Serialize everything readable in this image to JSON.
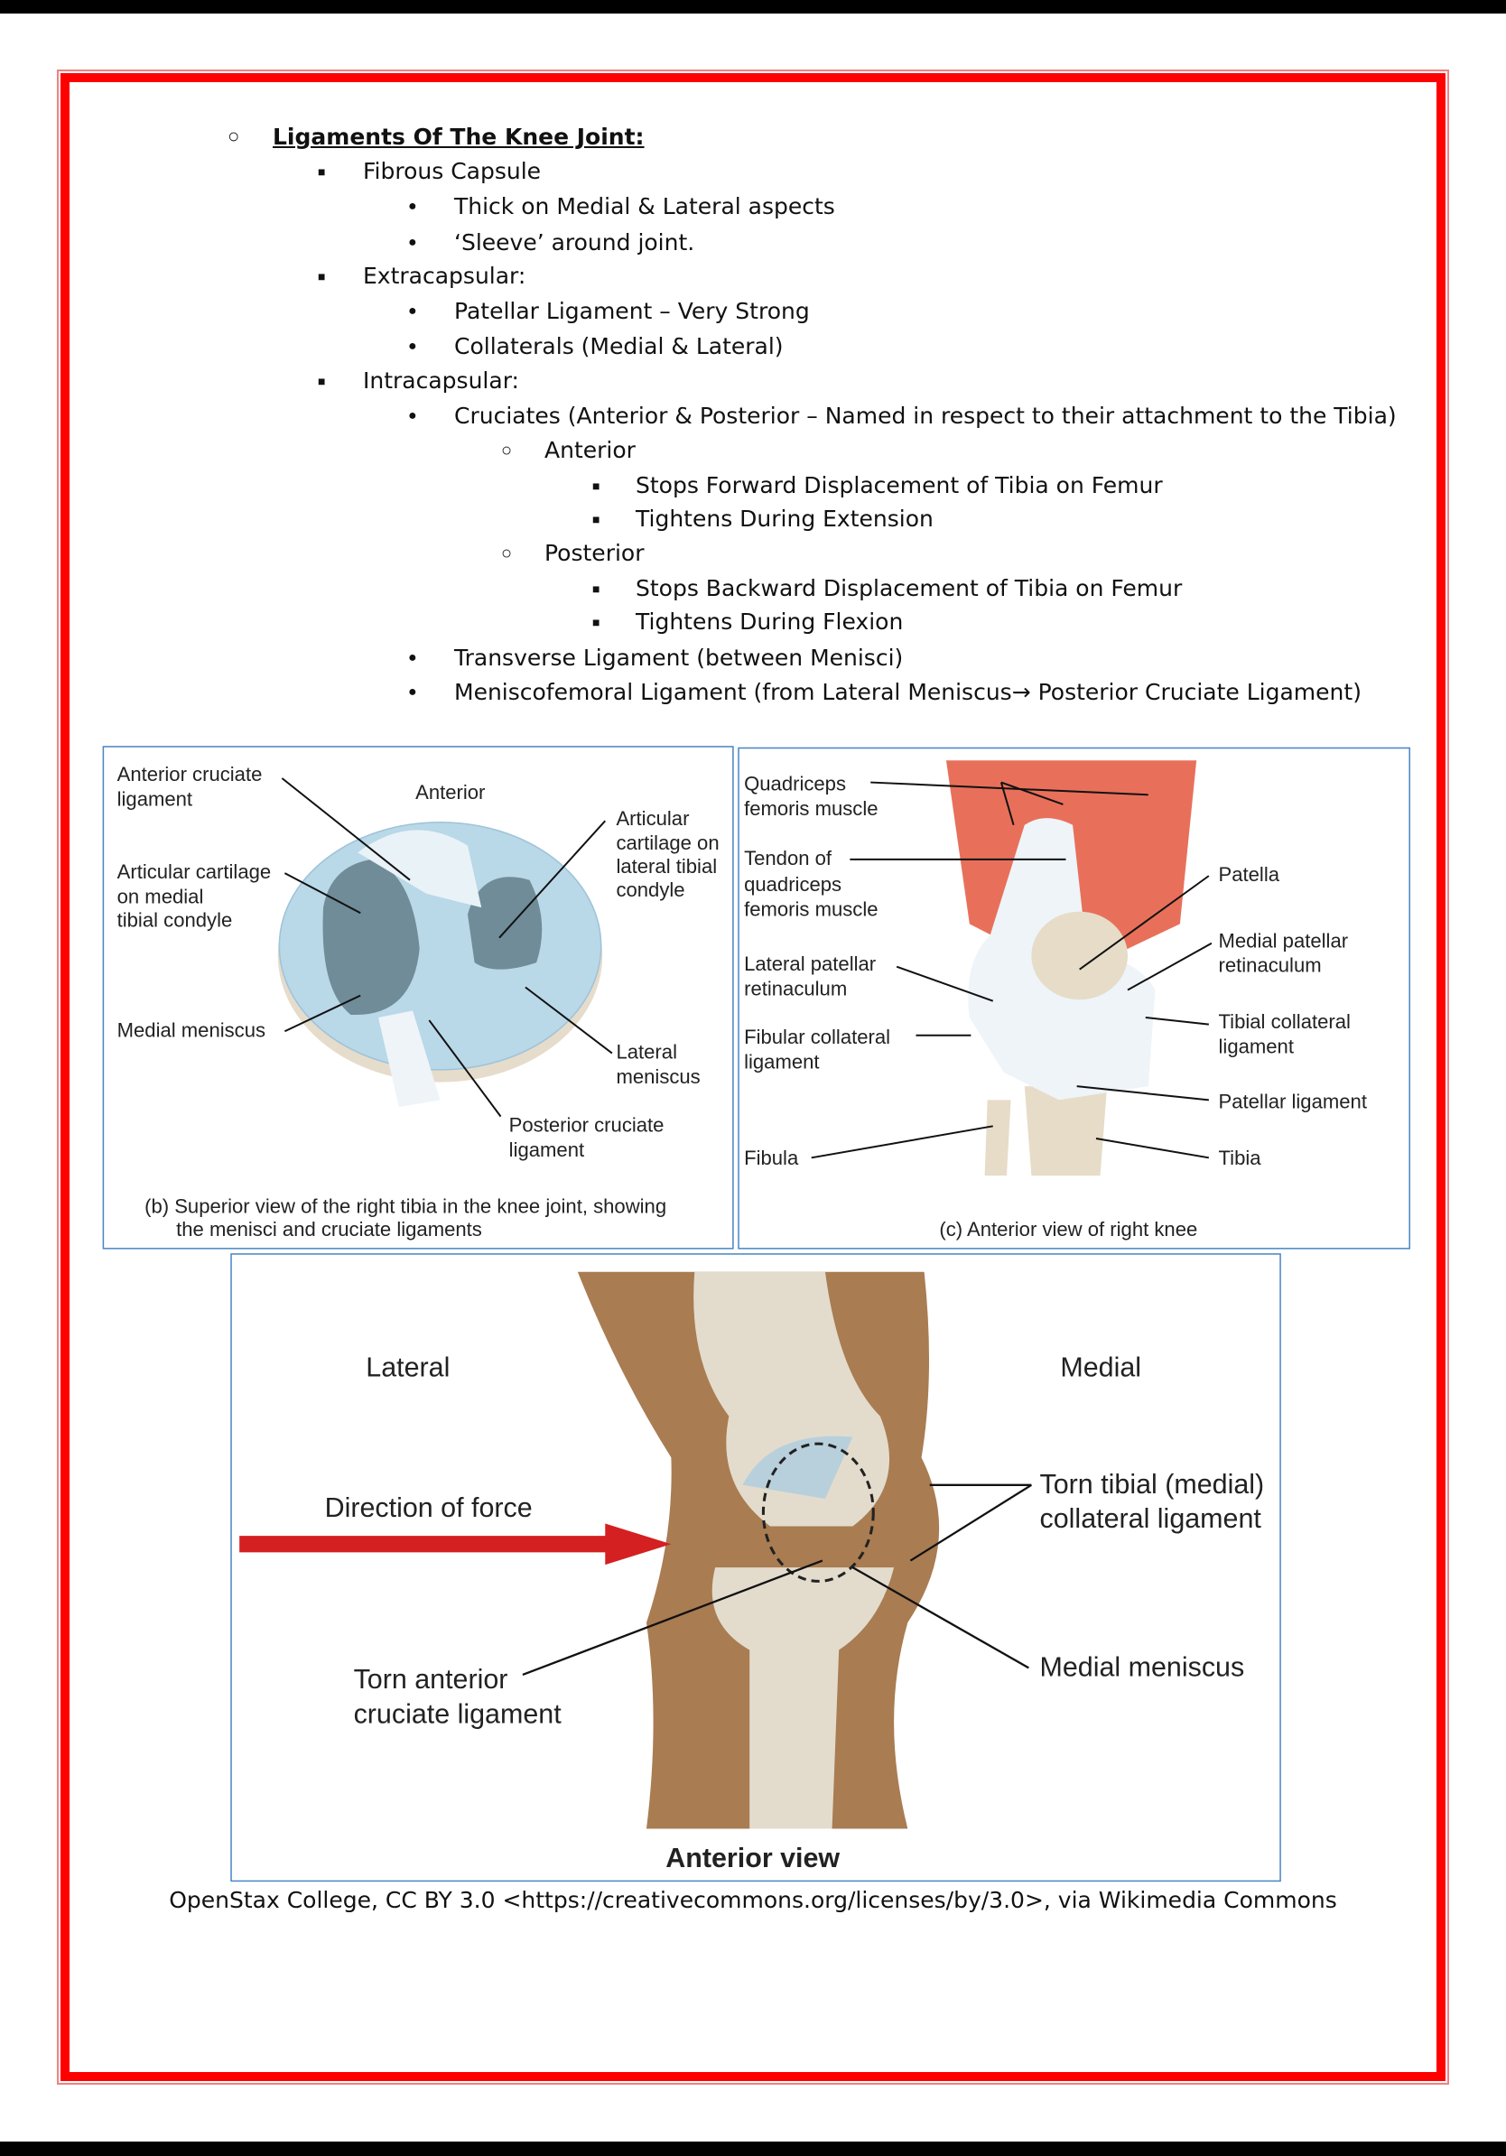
{
  "outline": {
    "title": "Ligaments Of The Knee Joint:",
    "items": [
      {
        "level": 2,
        "text": "Fibrous Capsule"
      },
      {
        "level": 3,
        "text": "Thick on Medial & Lateral aspects"
      },
      {
        "level": 3,
        "text": "‘Sleeve’ around joint."
      },
      {
        "level": 2,
        "text": "Extracapsular:"
      },
      {
        "level": 3,
        "text": "Patellar Ligament – Very Strong"
      },
      {
        "level": 3,
        "text": "Collaterals (Medial & Lateral)"
      },
      {
        "level": 2,
        "text": "Intracapsular:"
      },
      {
        "level": 3,
        "text": "Cruciates (Anterior & Posterior – Named in respect to their attachment to the Tibia)"
      },
      {
        "level": 4,
        "text": "Anterior"
      },
      {
        "level": 5,
        "text": " Stops Forward Displacement of Tibia on Femur"
      },
      {
        "level": 5,
        "text": "Tightens During Extension"
      },
      {
        "level": 4,
        "text": "Posterior"
      },
      {
        "level": 5,
        "text": "Stops Backward Displacement of Tibia on Femur"
      },
      {
        "level": 5,
        "text": "Tightens During Flexion"
      },
      {
        "level": 3,
        "text": "Transverse Ligament (between Menisci)"
      },
      {
        "level": 3,
        "text": "Meniscofemoral Ligament (from Lateral Meniscus→ Posterior Cruciate Ligament)"
      }
    ]
  },
  "figure_b": {
    "acl": [
      "Anterior cruciate",
      "ligament"
    ],
    "anterior": "Anterior",
    "lat_cart": [
      "Articular",
      "cartilage on",
      "lateral tibial",
      "condyle"
    ],
    "med_cart": [
      "Articular cartilage",
      "on medial",
      "tibial condyle"
    ],
    "med_men": "Medial meniscus",
    "lat_men": [
      "Lateral",
      "meniscus"
    ],
    "pcl": [
      "Posterior cruciate",
      "ligament"
    ],
    "caption": [
      "(b) Superior view of the right tibia in the knee joint, showing",
      "the menisci and cruciate ligaments"
    ]
  },
  "figure_c": {
    "quad": [
      "Quadriceps",
      "femoris muscle"
    ],
    "tendon": [
      "Tendon of",
      "quadriceps",
      "femoris muscle"
    ],
    "lat_ret": [
      "Lateral patellar",
      "retinaculum"
    ],
    "fib_col": [
      "Fibular collateral",
      "ligament"
    ],
    "fibula": "Fibula",
    "patella": "Patella",
    "med_ret": [
      "Medial patellar",
      "retinaculum"
    ],
    "tib_col": [
      "Tibial collateral",
      "ligament"
    ],
    "pat_lig": "Patellar ligament",
    "tibia": "Tibia",
    "caption": "(c) Anterior view of right knee"
  },
  "figure_d": {
    "lateral": "Lateral",
    "medial": "Medial",
    "force": "Direction of force",
    "torn_tcl": [
      "Torn tibial (medial)",
      "collateral ligament"
    ],
    "torn_acl": [
      "Torn anterior",
      "cruciate ligament"
    ],
    "med_men": "Medial meniscus",
    "caption": "Anterior view"
  },
  "credit": "OpenStax College, CC BY 3.0 <https://creativecommons.org/licenses/by/3.0>, via Wikimedia Commons",
  "colors": {
    "border": "#ff0000",
    "muscle": "#e8705a",
    "cartilage": "#b9d8e8",
    "skin": "#a97c52",
    "arrow": "#d42020"
  }
}
